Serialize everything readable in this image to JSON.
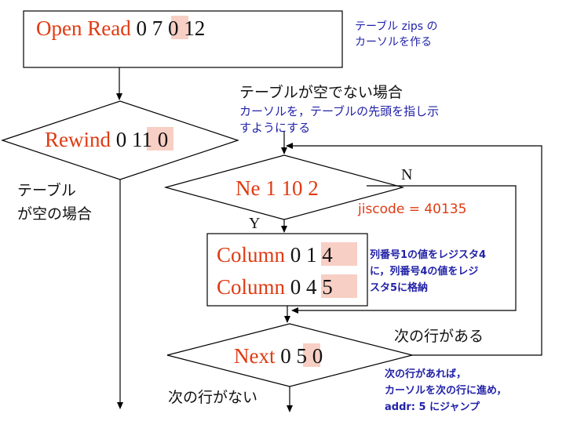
{
  "nodes": {
    "open_read": {
      "op": "Open Read",
      "a": "0",
      "b": "7",
      "c": "0",
      "d": "12"
    },
    "rewind": {
      "op": "Rewind",
      "a": "0",
      "b": "11",
      "c": "0"
    },
    "ne": {
      "op": "Ne",
      "a": "1",
      "b": "10",
      "c": "2"
    },
    "column1": {
      "op": "Column",
      "a": "0",
      "b": "1",
      "c": "4"
    },
    "column2": {
      "op": "Column",
      "a": "0",
      "b": "4",
      "c": "5"
    },
    "next": {
      "op": "Next",
      "a": "0",
      "b": "5",
      "c": "0"
    }
  },
  "labels": {
    "not_empty": "テーブルが空でない場合",
    "empty_line1": "テーブル",
    "empty_line2": "が空の場合",
    "n": "N",
    "y": "Y",
    "has_next": "次の行がある",
    "no_next": "次の行がない"
  },
  "notes": {
    "open_read_line1": "テーブル zips の",
    "open_read_line2": "カーソルを作る",
    "rewind_line1": "カーソルを，テーブルの先頭を指し示",
    "rewind_line2": "すようにする",
    "jiscode": "jiscode = 40135",
    "column_line1": "列番号1の値をレジスタ4",
    "column_line2": "に，列番号4の値をレジ",
    "column_line3": "スタ5に格納",
    "next_line1": "次の行があれば，",
    "next_line2": "カーソルを次の行に進め，",
    "next_line3": "addr: 5 にジャンプ"
  },
  "colors": {
    "operand_highlight": "#f8cfc4",
    "opcode_text": "#e03a12",
    "note_text": "#2222a8"
  }
}
